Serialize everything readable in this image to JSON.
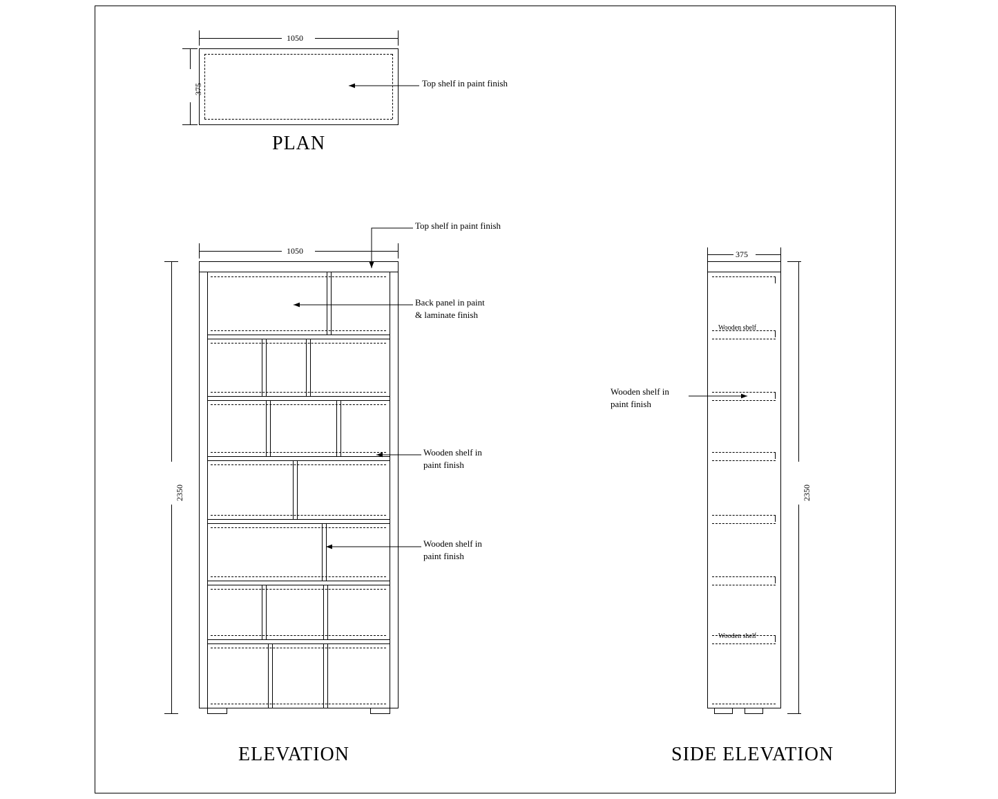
{
  "drawing": {
    "titles": {
      "plan": "PLAN",
      "elevation": "ELEVATION",
      "side_elevation": "SIDE ELEVATION"
    },
    "dimensions": {
      "plan_width": "1050",
      "plan_depth": "375",
      "elevation_width": "1050",
      "elevation_height": "2350",
      "side_width": "375",
      "side_height": "2350"
    },
    "callouts": {
      "plan_top_shelf": "Top shelf in paint  finish",
      "elev_top_shelf": "Top shelf in paint  finish",
      "elev_back_panel_line1": "Back panel in paint",
      "elev_back_panel_line2": "& laminate finish",
      "elev_wooden_shelf_1_line1": "Wooden shelf in",
      "elev_wooden_shelf_1_line2": "paint  finish",
      "elev_wooden_shelf_2_line1": "Wooden shelf in",
      "elev_wooden_shelf_2_line2": "paint  finish",
      "side_wooden_shelf_line1": "Wooden shelf in",
      "side_wooden_shelf_line2": "paint  finish",
      "side_shelf_label_top": "Wooden shelf",
      "side_shelf_label_bottom": "Wooden shelf"
    }
  }
}
